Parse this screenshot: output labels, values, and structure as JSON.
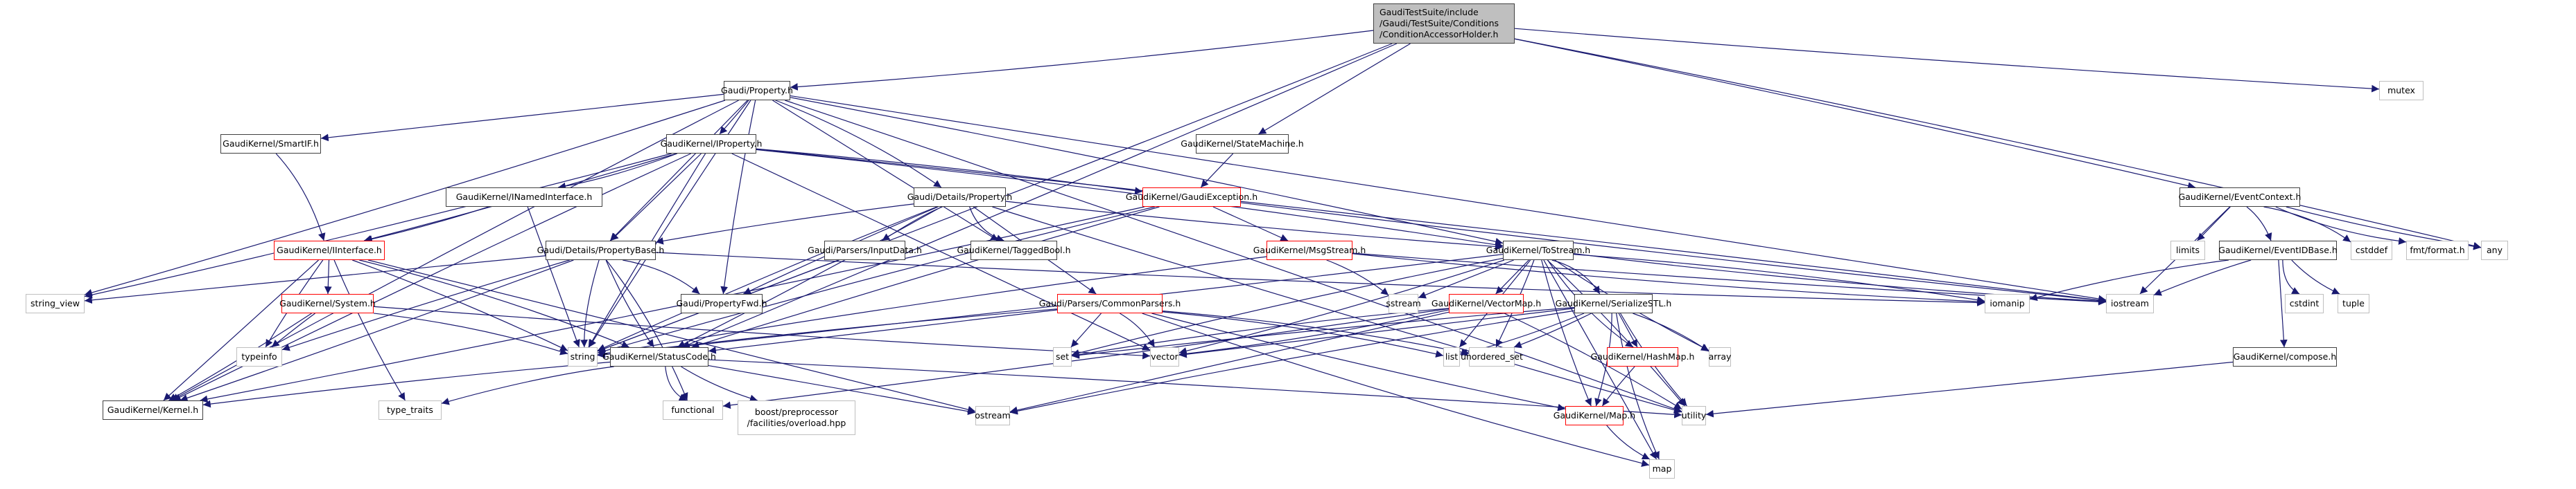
{
  "graph": {
    "title": "GaudiTestSuite/include/Gaudi/TestSuite/Conditions/ConditionAccessorHolder.h",
    "edge_color": "#191970",
    "legend_colors": {
      "root_fill": "#bfbfbf",
      "documented_border": "#404040",
      "truncated_border": "#ff0000",
      "system_border": "#bfbfbf"
    },
    "nodes": [
      {
        "id": "root",
        "label": "GaudiTestSuite/include\n/Gaudi/TestSuite/Conditions\n/ConditionAccessorHolder.h",
        "kind": "root"
      },
      {
        "id": "property",
        "label": "Gaudi/Property.h",
        "kind": "doc"
      },
      {
        "id": "mutex",
        "label": "mutex",
        "kind": "sys"
      },
      {
        "id": "smartif",
        "label": "GaudiKernel/SmartIF.h",
        "kind": "doc"
      },
      {
        "id": "iproperty",
        "label": "GaudiKernel/IProperty.h",
        "kind": "doc"
      },
      {
        "id": "statemachine",
        "label": "GaudiKernel/StateMachine.h",
        "kind": "doc"
      },
      {
        "id": "eventcontext",
        "label": "GaudiKernel/EventContext.h",
        "kind": "doc"
      },
      {
        "id": "inamedinterface",
        "label": "GaudiKernel/INamedInterface.h",
        "kind": "doc"
      },
      {
        "id": "detailsproperty",
        "label": "Gaudi/Details/Property.h",
        "kind": "doc"
      },
      {
        "id": "gaudiexception",
        "label": "GaudiKernel/GaudiException.h",
        "kind": "red"
      },
      {
        "id": "iinterface",
        "label": "GaudiKernel/IInterface.h",
        "kind": "red"
      },
      {
        "id": "propertybase",
        "label": "Gaudi/Details/PropertyBase.h",
        "kind": "doc"
      },
      {
        "id": "inputdata",
        "label": "Gaudi/Parsers/InputData.h",
        "kind": "doc"
      },
      {
        "id": "taggedbool",
        "label": "GaudiKernel/TaggedBool.h",
        "kind": "doc"
      },
      {
        "id": "msgstream",
        "label": "GaudiKernel/MsgStream.h",
        "kind": "red"
      },
      {
        "id": "tostream",
        "label": "GaudiKernel/ToStream.h",
        "kind": "doc"
      },
      {
        "id": "limits",
        "label": "limits",
        "kind": "sys"
      },
      {
        "id": "eventidbase",
        "label": "GaudiKernel/EventIDBase.h",
        "kind": "doc"
      },
      {
        "id": "cstddef",
        "label": "cstddef",
        "kind": "sys"
      },
      {
        "id": "fmtformat",
        "label": "fmt/format.h",
        "kind": "sys"
      },
      {
        "id": "any",
        "label": "any",
        "kind": "sys"
      },
      {
        "id": "string_view",
        "label": "string_view",
        "kind": "sys"
      },
      {
        "id": "system",
        "label": "GaudiKernel/System.h",
        "kind": "red"
      },
      {
        "id": "propertyfwd",
        "label": "Gaudi/PropertyFwd.h",
        "kind": "doc"
      },
      {
        "id": "commonparsers",
        "label": "Gaudi/Parsers/CommonParsers.h",
        "kind": "red"
      },
      {
        "id": "sstream",
        "label": "sstream",
        "kind": "sys"
      },
      {
        "id": "vectormap",
        "label": "GaudiKernel/VectorMap.h",
        "kind": "red"
      },
      {
        "id": "serializestl",
        "label": "GaudiKernel/SerializeSTL.h",
        "kind": "doc"
      },
      {
        "id": "iomanip",
        "label": "iomanip",
        "kind": "sys"
      },
      {
        "id": "iostream",
        "label": "iostream",
        "kind": "sys"
      },
      {
        "id": "cstdint",
        "label": "cstdint",
        "kind": "sys"
      },
      {
        "id": "tuple",
        "label": "tuple",
        "kind": "sys"
      },
      {
        "id": "typeinfo",
        "label": "typeinfo",
        "kind": "sys"
      },
      {
        "id": "string",
        "label": "string",
        "kind": "sys"
      },
      {
        "id": "statuscode",
        "label": "GaudiKernel/StatusCode.h",
        "kind": "doc"
      },
      {
        "id": "set",
        "label": "set",
        "kind": "sys"
      },
      {
        "id": "vector",
        "label": "vector",
        "kind": "sys"
      },
      {
        "id": "list",
        "label": "list",
        "kind": "sys"
      },
      {
        "id": "unordered_set",
        "label": "unordered_set",
        "kind": "sys"
      },
      {
        "id": "hashmap",
        "label": "GaudiKernel/HashMap.h",
        "kind": "red"
      },
      {
        "id": "array",
        "label": "array",
        "kind": "sys"
      },
      {
        "id": "compose",
        "label": "GaudiKernel/compose.h",
        "kind": "doc"
      },
      {
        "id": "kernel",
        "label": "GaudiKernel/Kernel.h",
        "kind": "doc"
      },
      {
        "id": "type_traits",
        "label": "type_traits",
        "kind": "sys"
      },
      {
        "id": "functional",
        "label": "functional",
        "kind": "sys"
      },
      {
        "id": "boostoverload",
        "label": "boost/preprocessor\n/facilities/overload.hpp",
        "kind": "sys"
      },
      {
        "id": "ostream",
        "label": "ostream",
        "kind": "sys"
      },
      {
        "id": "map_h",
        "label": "GaudiKernel/Map.h",
        "kind": "red"
      },
      {
        "id": "utility",
        "label": "utility",
        "kind": "sys"
      },
      {
        "id": "map",
        "label": "map",
        "kind": "sys"
      }
    ],
    "edges": [
      [
        "root",
        "property"
      ],
      [
        "root",
        "mutex"
      ],
      [
        "root",
        "statemachine"
      ],
      [
        "root",
        "eventcontext"
      ],
      [
        "root",
        "any"
      ],
      [
        "root",
        "string"
      ],
      [
        "root",
        "statuscode"
      ],
      [
        "property",
        "smartif"
      ],
      [
        "property",
        "iproperty"
      ],
      [
        "property",
        "detailsproperty"
      ],
      [
        "property",
        "propertybase"
      ],
      [
        "property",
        "propertyfwd"
      ],
      [
        "property",
        "taggedbool"
      ],
      [
        "property",
        "tostream"
      ],
      [
        "property",
        "kernel"
      ],
      [
        "property",
        "string_view"
      ],
      [
        "property",
        "string"
      ],
      [
        "property",
        "iostream"
      ],
      [
        "property",
        "utility"
      ],
      [
        "smartif",
        "iinterface"
      ],
      [
        "iproperty",
        "inamedinterface"
      ],
      [
        "iproperty",
        "iinterface"
      ],
      [
        "iproperty",
        "propertybase"
      ],
      [
        "iproperty",
        "gaudiexception"
      ],
      [
        "iproperty",
        "tostream"
      ],
      [
        "iproperty",
        "string_view"
      ],
      [
        "iproperty",
        "string"
      ],
      [
        "iproperty",
        "vector"
      ],
      [
        "iproperty",
        "iostream"
      ],
      [
        "iproperty",
        "kernel"
      ],
      [
        "statemachine",
        "gaudiexception"
      ],
      [
        "inamedinterface",
        "iinterface"
      ],
      [
        "inamedinterface",
        "string"
      ],
      [
        "detailsproperty",
        "propertybase"
      ],
      [
        "detailsproperty",
        "inputdata"
      ],
      [
        "detailsproperty",
        "taggedbool"
      ],
      [
        "detailsproperty",
        "tostream"
      ],
      [
        "detailsproperty",
        "commonparsers"
      ],
      [
        "detailsproperty",
        "propertyfwd"
      ],
      [
        "detailsproperty",
        "string"
      ],
      [
        "detailsproperty",
        "statuscode"
      ],
      [
        "detailsproperty",
        "utility"
      ],
      [
        "gaudiexception",
        "msgstream"
      ],
      [
        "gaudiexception",
        "statuscode"
      ],
      [
        "gaudiexception",
        "string"
      ],
      [
        "gaudiexception",
        "kernel"
      ],
      [
        "gaudiexception",
        "iostream"
      ],
      [
        "iinterface",
        "system"
      ],
      [
        "iinterface",
        "kernel"
      ],
      [
        "iinterface",
        "statuscode"
      ],
      [
        "iinterface",
        "typeinfo"
      ],
      [
        "iinterface",
        "type_traits"
      ],
      [
        "iinterface",
        "ostream"
      ],
      [
        "iinterface",
        "string"
      ],
      [
        "propertybase",
        "propertyfwd"
      ],
      [
        "propertybase",
        "string"
      ],
      [
        "propertybase",
        "statuscode"
      ],
      [
        "propertybase",
        "string_view"
      ],
      [
        "propertybase",
        "typeinfo"
      ],
      [
        "propertybase",
        "functional"
      ],
      [
        "propertybase",
        "iomanip"
      ],
      [
        "propertybase",
        "kernel"
      ],
      [
        "inputdata",
        "string"
      ],
      [
        "msgstream",
        "sstream"
      ],
      [
        "msgstream",
        "string"
      ],
      [
        "msgstream",
        "iomanip"
      ],
      [
        "msgstream",
        "iostream"
      ],
      [
        "tostream",
        "sstream"
      ],
      [
        "tostream",
        "vectormap"
      ],
      [
        "tostream",
        "serializestl"
      ],
      [
        "tostream",
        "hashmap"
      ],
      [
        "tostream",
        "map_h"
      ],
      [
        "tostream",
        "list"
      ],
      [
        "tostream",
        "unordered_set"
      ],
      [
        "tostream",
        "set"
      ],
      [
        "tostream",
        "vector"
      ],
      [
        "tostream",
        "array"
      ],
      [
        "tostream",
        "map"
      ],
      [
        "tostream",
        "utility"
      ],
      [
        "tostream",
        "iomanip"
      ],
      [
        "tostream",
        "iostream"
      ],
      [
        "tostream",
        "string"
      ],
      [
        "eventcontext",
        "limits"
      ],
      [
        "eventcontext",
        "eventidbase"
      ],
      [
        "eventcontext",
        "cstddef"
      ],
      [
        "eventcontext",
        "fmtformat"
      ],
      [
        "eventcontext",
        "any"
      ],
      [
        "eventcontext",
        "iostream"
      ],
      [
        "eventidbase",
        "iostream"
      ],
      [
        "eventidbase",
        "iomanip"
      ],
      [
        "eventidbase",
        "cstdint"
      ],
      [
        "eventidbase",
        "tuple"
      ],
      [
        "eventidbase",
        "compose"
      ],
      [
        "system",
        "typeinfo"
      ],
      [
        "system",
        "string"
      ],
      [
        "system",
        "kernel"
      ],
      [
        "system",
        "vector"
      ],
      [
        "commonparsers",
        "set"
      ],
      [
        "commonparsers",
        "vector"
      ],
      [
        "commonparsers",
        "list"
      ],
      [
        "commonparsers",
        "map"
      ],
      [
        "commonparsers",
        "map_h"
      ],
      [
        "commonparsers",
        "statuscode"
      ],
      [
        "commonparsers",
        "string"
      ],
      [
        "commonparsers",
        "unordered_set"
      ],
      [
        "vectormap",
        "vector"
      ],
      [
        "vectormap",
        "functional"
      ],
      [
        "vectormap",
        "ostream"
      ],
      [
        "vectormap",
        "utility"
      ],
      [
        "vectormap",
        "set"
      ],
      [
        "serializestl",
        "list"
      ],
      [
        "serializestl",
        "unordered_set"
      ],
      [
        "serializestl",
        "hashmap"
      ],
      [
        "serializestl",
        "array"
      ],
      [
        "serializestl",
        "map_h"
      ],
      [
        "serializestl",
        "map"
      ],
      [
        "serializestl",
        "utility"
      ],
      [
        "serializestl",
        "vector"
      ],
      [
        "serializestl",
        "set"
      ],
      [
        "serializestl",
        "ostream"
      ],
      [
        "hashmap",
        "map_h"
      ],
      [
        "map_h",
        "map"
      ],
      [
        "compose",
        "utility"
      ],
      [
        "statuscode",
        "kernel"
      ],
      [
        "statuscode",
        "type_traits"
      ],
      [
        "statuscode",
        "functional"
      ],
      [
        "statuscode",
        "boostoverload"
      ],
      [
        "statuscode",
        "ostream"
      ],
      [
        "statuscode",
        "utility"
      ]
    ]
  }
}
